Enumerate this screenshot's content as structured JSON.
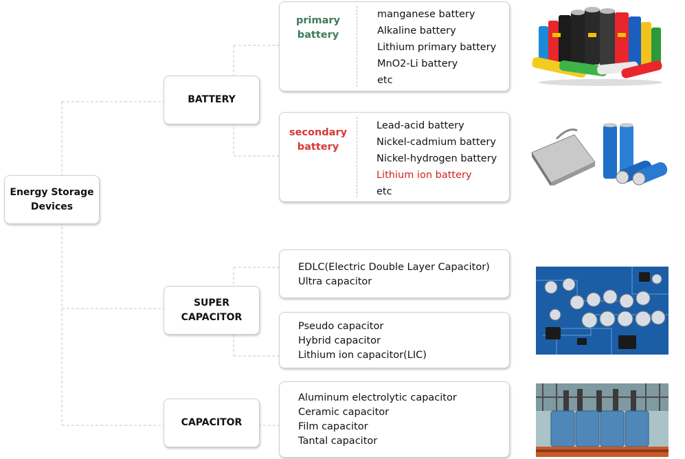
{
  "root": {
    "label": "Energy Storage\nDevices"
  },
  "categories": {
    "battery": {
      "label": "BATTERY"
    },
    "supercap": {
      "label": "SUPER\nCAPACITOR"
    },
    "capacitor": {
      "label": "CAPACITOR"
    }
  },
  "primary": {
    "title": "primary\nbattery",
    "title_color": "#3e7a5a",
    "items": [
      "manganese battery",
      "Alkaline battery",
      "Lithium primary battery",
      "MnO2-Li battery",
      "etc"
    ]
  },
  "secondary": {
    "title": "secondary\nbattery",
    "title_color": "#d93636",
    "items": [
      "Lead-acid battery",
      "Nickel-cadmium battery",
      "Nickel-hydrogen battery",
      "Lithium ion battery",
      "etc"
    ],
    "highlight_color": "#d42020"
  },
  "edlc": {
    "items": [
      "EDLC(Electric Double Layer Capacitor)",
      "Ultra capacitor"
    ]
  },
  "pseudo": {
    "items": [
      "Pseudo capacitor",
      "Hybrid capacitor",
      "Lithium ion capacitor(LIC)"
    ]
  },
  "cap_types": {
    "items": [
      "Aluminum electrolytic capacitor",
      "Ceramic capacitor",
      "Film capacitor",
      "Tantal capacitor"
    ]
  },
  "images": {
    "primary": "primary-batteries-photo",
    "secondary": "lithium-ion-cells-photo",
    "supercap": "circuit-board-capacitors-photo",
    "capacitor": "large-capacitor-bank-photo"
  }
}
